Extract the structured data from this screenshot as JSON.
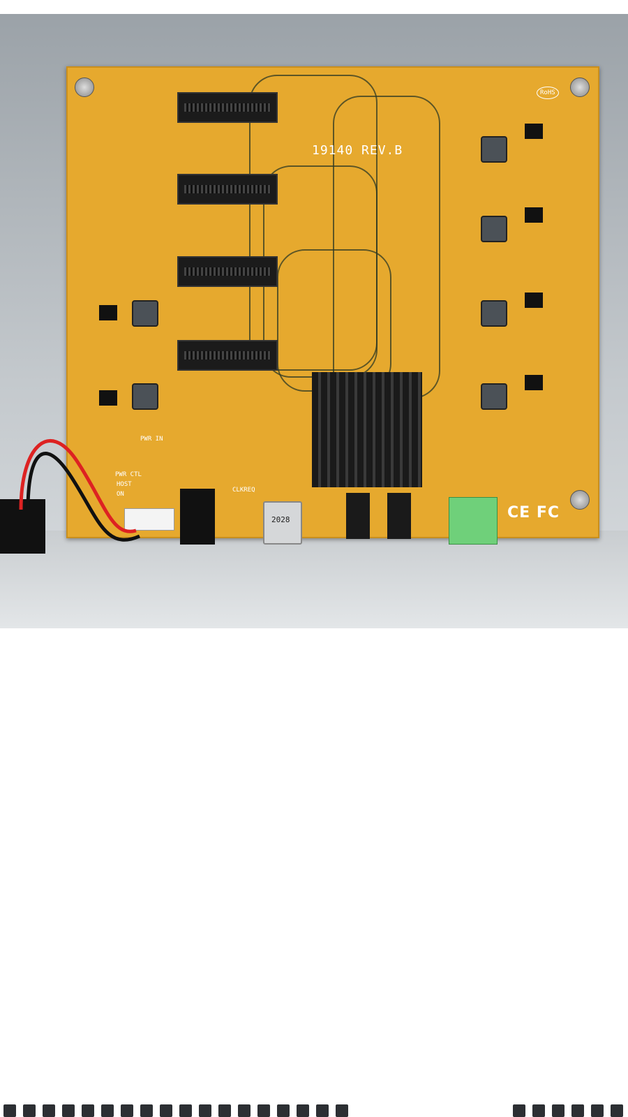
{
  "board": {
    "model_rev": "19140 REV.B",
    "rohs": "RoHS",
    "certifications": "CE FC",
    "usb_label": "2028",
    "pwr_in": "PWR IN",
    "pwr_ctl": "PWR CTL",
    "host": "HOST",
    "on": "ON",
    "clkreq": "CLKREQ"
  },
  "colors": {
    "pcb": "#e6a92e",
    "enclosure": "#b8bec3",
    "heatsink": "#1a1a1a"
  }
}
